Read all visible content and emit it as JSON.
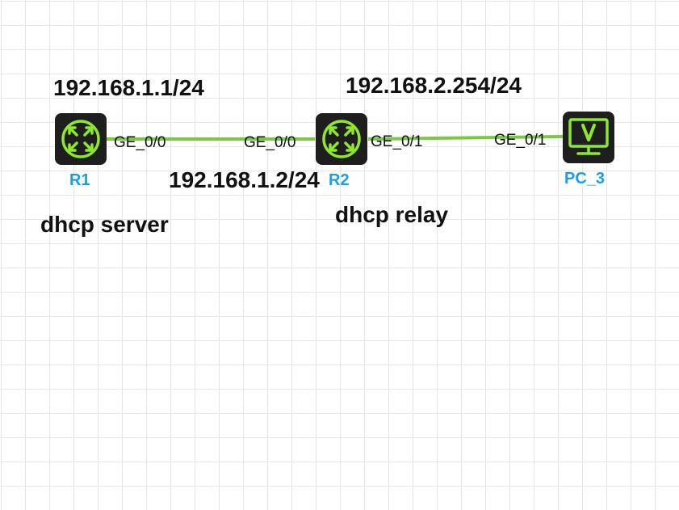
{
  "colors": {
    "link": "#7ac943",
    "device_body": "#1e1e1e",
    "device_accent": "#8ee62d",
    "device_label": "#1a9ee8",
    "grid": "#e6e6e6"
  },
  "devices": {
    "r1": {
      "name": "R1",
      "icon": "router-icon"
    },
    "r2": {
      "name": "R2",
      "icon": "router-icon"
    },
    "pc3": {
      "name": "PC_3",
      "icon": "pc-monitor-icon"
    }
  },
  "links": {
    "r1_r2": {
      "a_iface": "GE_0/0",
      "b_iface": "GE_0/0"
    },
    "r2_pc3": {
      "a_iface": "GE_0/1",
      "b_iface": "GE_0/1"
    }
  },
  "annotations": {
    "r1_ip": "192.168.1.1/24",
    "r2_ge00_ip": "192.168.1.2/24",
    "r2_ge01_ip": "192.168.2.254/24",
    "r1_role": "dhcp server",
    "r2_role": "dhcp relay"
  }
}
